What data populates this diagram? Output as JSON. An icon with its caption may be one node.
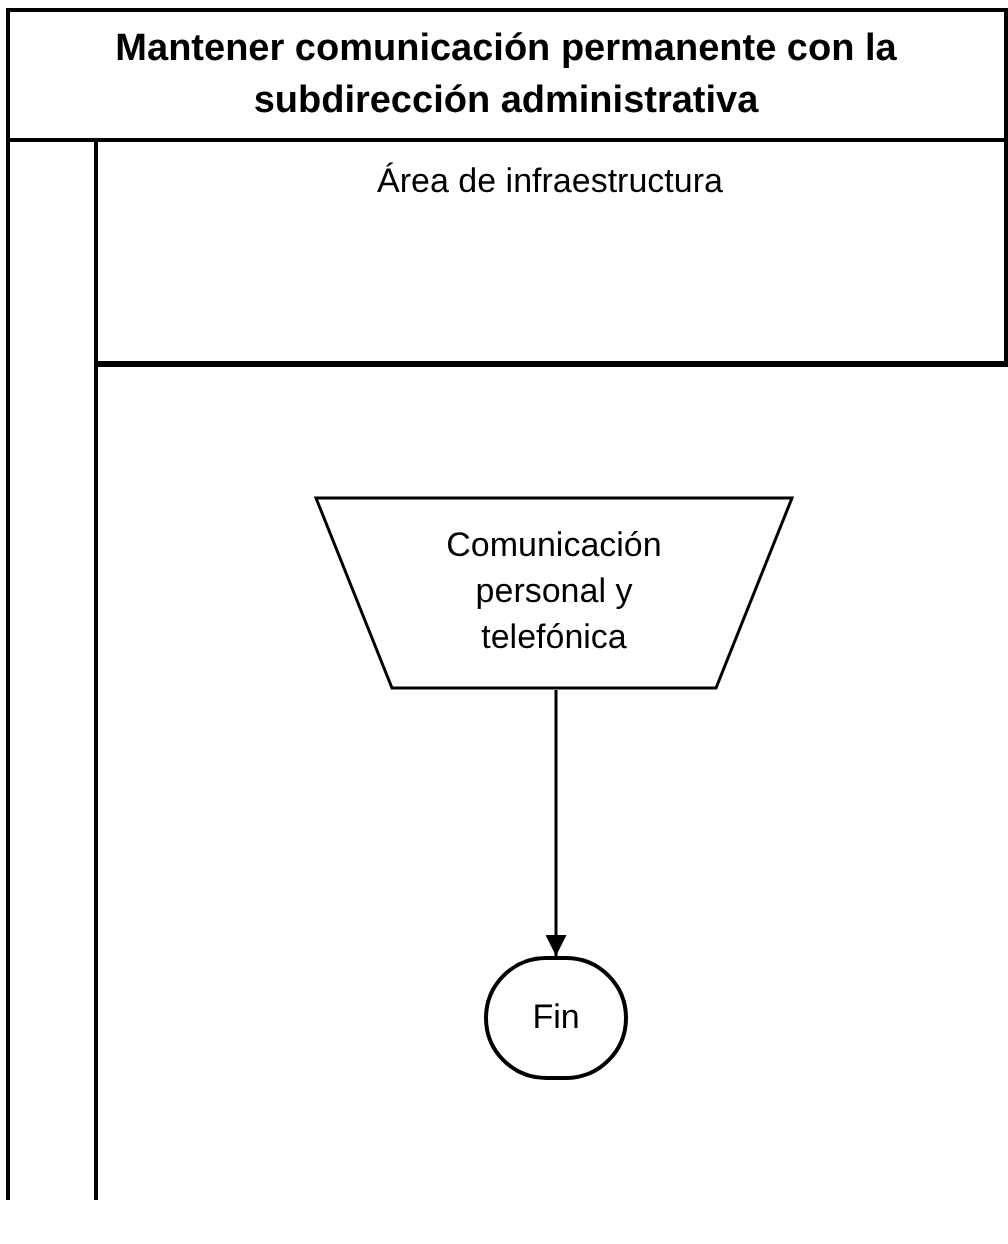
{
  "diagram": {
    "nodes": [
      {
        "text": [
          "Mantener comunicación permanente con la subdirección administrativa"
        ]
      },
      {
        "text": [
          "Área de infraestructura"
        ]
      },
      {
        "text": [
          "Comunicación personal y telefónica"
        ]
      },
      {
        "text": [
          "Fin"
        ]
      }
    ],
    "edges": [
      {
        "from": 2,
        "to": 3,
        "arrow": "to"
      }
    ]
  }
}
